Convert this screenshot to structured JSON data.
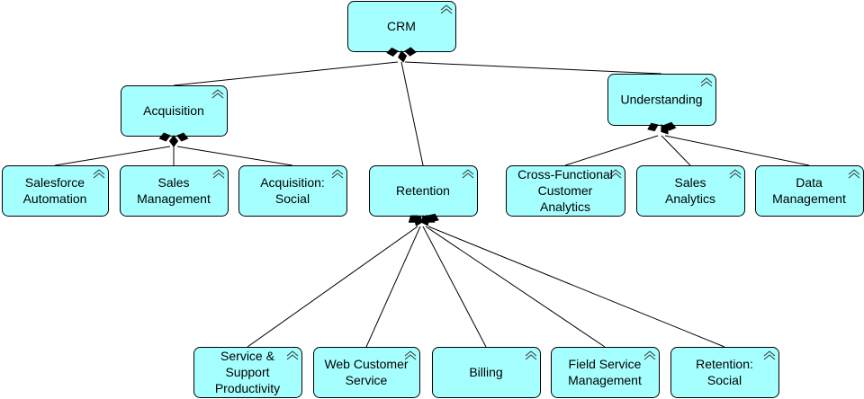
{
  "diagram": {
    "type": "capability-hierarchy",
    "colors": {
      "node_fill": "#A6FFFF",
      "line": "#000000"
    },
    "nodes": [
      {
        "id": "crm",
        "lines": [
          "CRM"
        ]
      },
      {
        "id": "acquisition",
        "lines": [
          "Acquisition"
        ]
      },
      {
        "id": "understanding",
        "lines": [
          "Understanding"
        ]
      },
      {
        "id": "retention",
        "lines": [
          "Retention"
        ]
      },
      {
        "id": "salesforce-automation",
        "lines": [
          "Salesforce",
          "Automation"
        ]
      },
      {
        "id": "sales-management",
        "lines": [
          "Sales",
          "Management"
        ]
      },
      {
        "id": "acquisition-social",
        "lines": [
          "Acquisition:",
          "Social"
        ]
      },
      {
        "id": "cross-functional-customer-analytics",
        "lines": [
          "Cross-Functional",
          "Customer",
          "Analytics"
        ]
      },
      {
        "id": "sales-analytics",
        "lines": [
          "Sales",
          "Analytics"
        ]
      },
      {
        "id": "data-management",
        "lines": [
          "Data",
          "Management"
        ]
      },
      {
        "id": "service-support-productivity",
        "lines": [
          "Service &",
          "Support",
          "Productivity"
        ]
      },
      {
        "id": "web-customer-service",
        "lines": [
          "Web Customer",
          "Service"
        ]
      },
      {
        "id": "billing",
        "lines": [
          "Billing"
        ]
      },
      {
        "id": "field-service-management",
        "lines": [
          "Field Service",
          "Management"
        ]
      },
      {
        "id": "retention-social",
        "lines": [
          "Retention:",
          "Social"
        ]
      }
    ],
    "edges": [
      {
        "parent": "crm",
        "child": "acquisition"
      },
      {
        "parent": "crm",
        "child": "retention"
      },
      {
        "parent": "crm",
        "child": "understanding"
      },
      {
        "parent": "acquisition",
        "child": "salesforce-automation"
      },
      {
        "parent": "acquisition",
        "child": "sales-management"
      },
      {
        "parent": "acquisition",
        "child": "acquisition-social"
      },
      {
        "parent": "understanding",
        "child": "cross-functional-customer-analytics"
      },
      {
        "parent": "understanding",
        "child": "sales-analytics"
      },
      {
        "parent": "understanding",
        "child": "data-management"
      },
      {
        "parent": "retention",
        "child": "service-support-productivity"
      },
      {
        "parent": "retention",
        "child": "web-customer-service"
      },
      {
        "parent": "retention",
        "child": "billing"
      },
      {
        "parent": "retention",
        "child": "field-service-management"
      },
      {
        "parent": "retention",
        "child": "retention-social"
      }
    ]
  }
}
